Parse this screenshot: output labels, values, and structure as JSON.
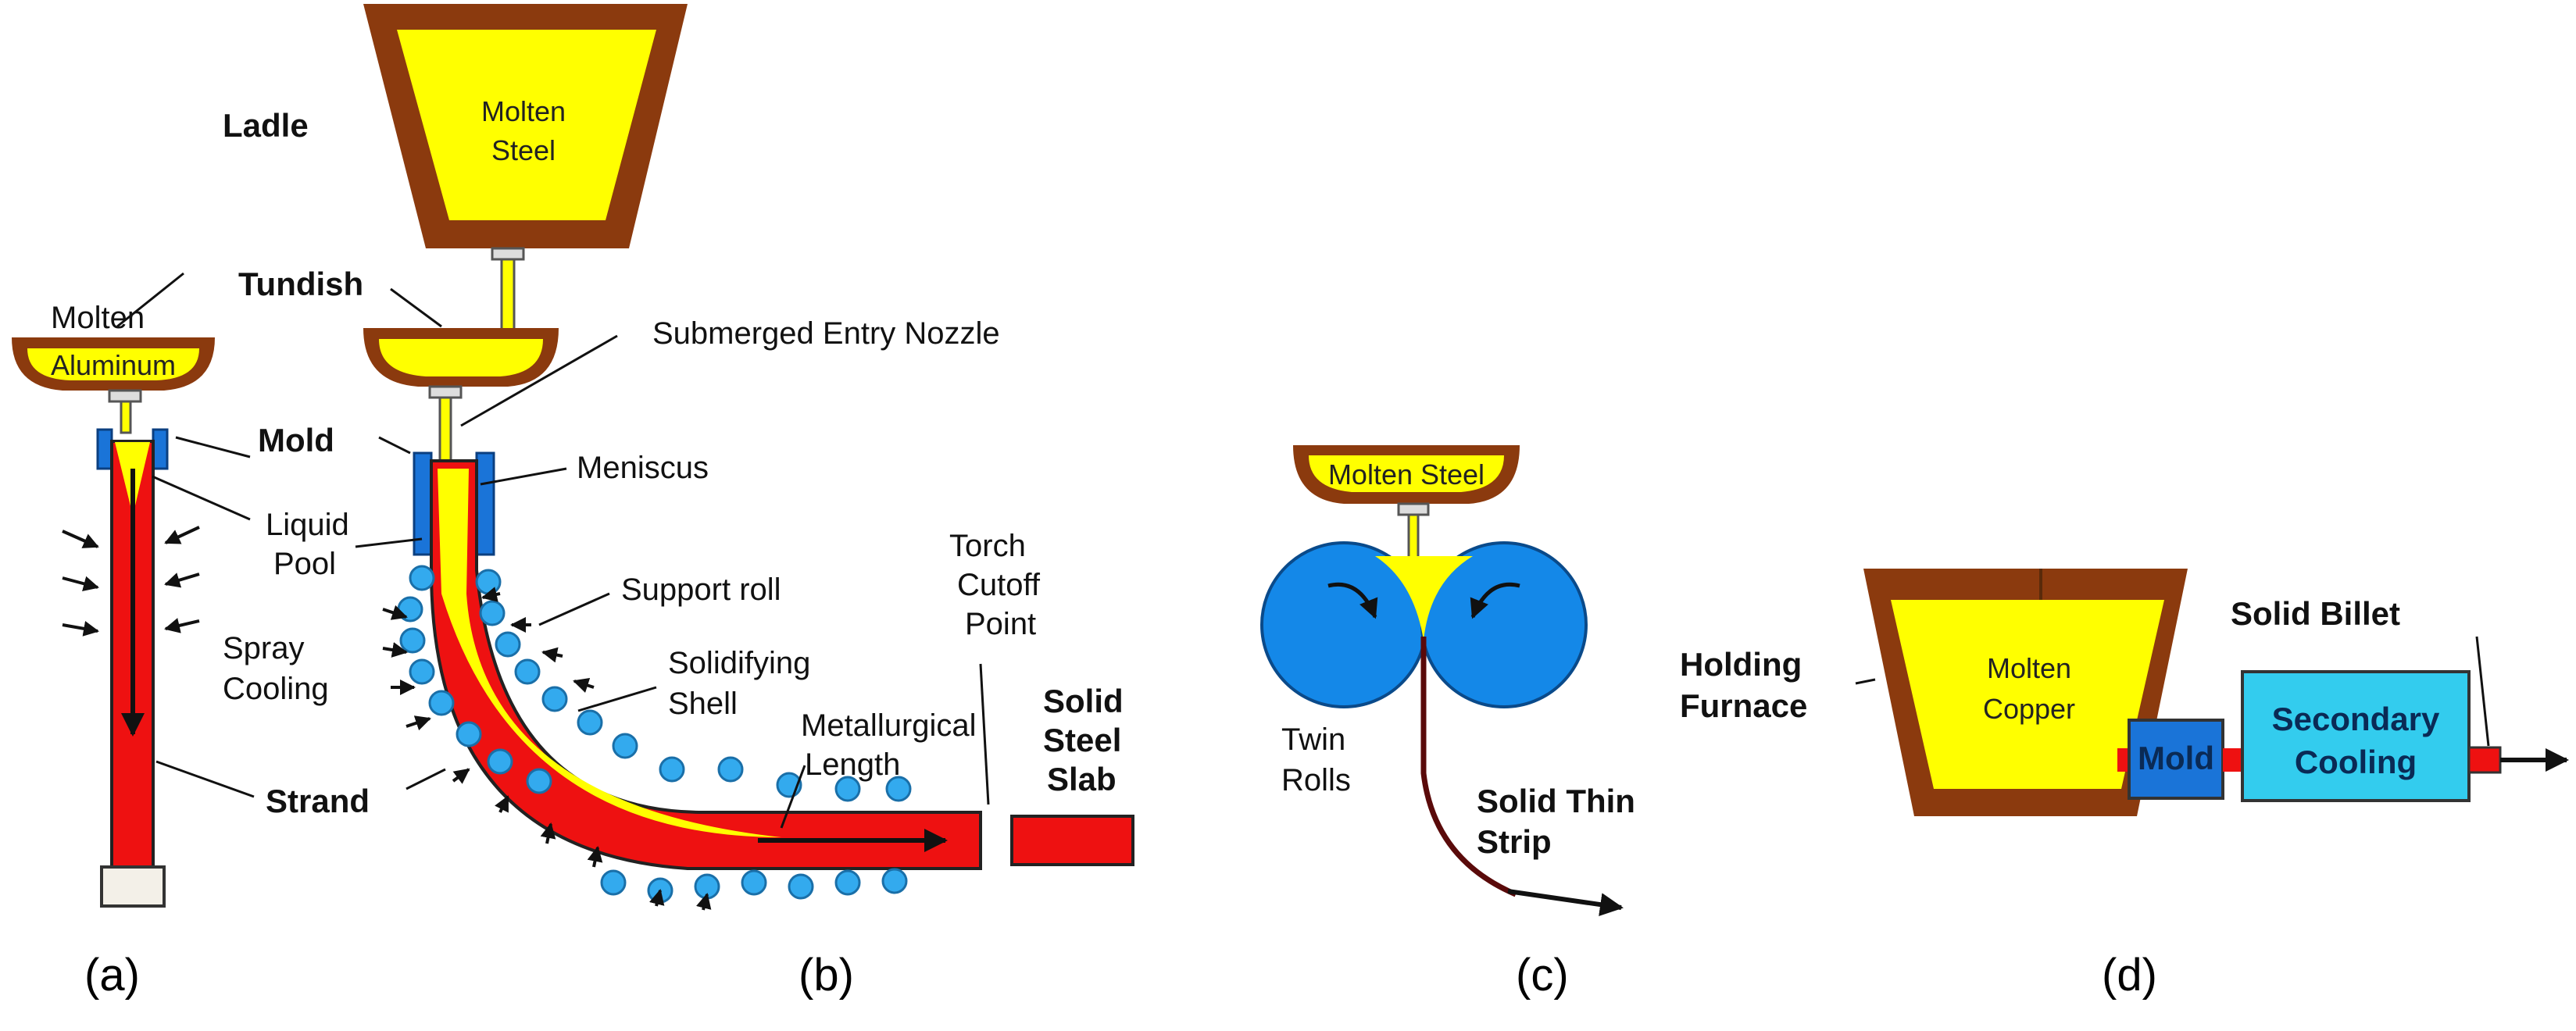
{
  "colors": {
    "molten": "#ffff00",
    "steel_red": "#ee1111",
    "refractory": "#8b3a0e",
    "mold_blue": "#1a74d8",
    "roll_blue": "#1488e8",
    "droplet_blue": "#33aaee",
    "cooling_cyan": "#33ccee",
    "line": "#111111"
  },
  "panel_a": {
    "molten_label": "Molten",
    "aluminum_label": "Aluminum",
    "mold_label": "Mold",
    "liquid_pool_line1": "Liquid",
    "liquid_pool_line2": "Pool",
    "spray_line1": "Spray",
    "spray_line2": "Cooling",
    "strand_label": "Strand",
    "caption": "(a)"
  },
  "panel_b": {
    "ladle_label": "Ladle",
    "ladle_content_line1": "Molten",
    "ladle_content_line2": "Steel",
    "tundish_label": "Tundish",
    "nozzle_label": "Submerged Entry Nozzle",
    "meniscus_label": "Meniscus",
    "support_roll_label": "Support roll",
    "shell_line1": "Solidifying",
    "shell_line2": "Shell",
    "metallurgical_line1": "Metallurgical",
    "metallurgical_line2": "Length",
    "torch_line1": "Torch",
    "torch_line2": "Cutoff",
    "torch_line3": "Point",
    "slab_line1": "Solid",
    "slab_line2": "Steel",
    "slab_line3": "Slab",
    "caption": "(b)"
  },
  "panel_c": {
    "tundish_content": "Molten Steel",
    "rolls_line1": "Twin",
    "rolls_line2": "Rolls",
    "strip_line1": "Solid Thin",
    "strip_line2": "Strip",
    "caption": "(c)"
  },
  "panel_d": {
    "furnace_line1": "Holding",
    "furnace_line2": "Furnace",
    "copper_line1": "Molten",
    "copper_line2": "Copper",
    "mold_label": "Mold",
    "cooling_line1": "Secondary",
    "cooling_line2": "Cooling",
    "billet_label": "Solid Billet",
    "caption": "(d)"
  }
}
